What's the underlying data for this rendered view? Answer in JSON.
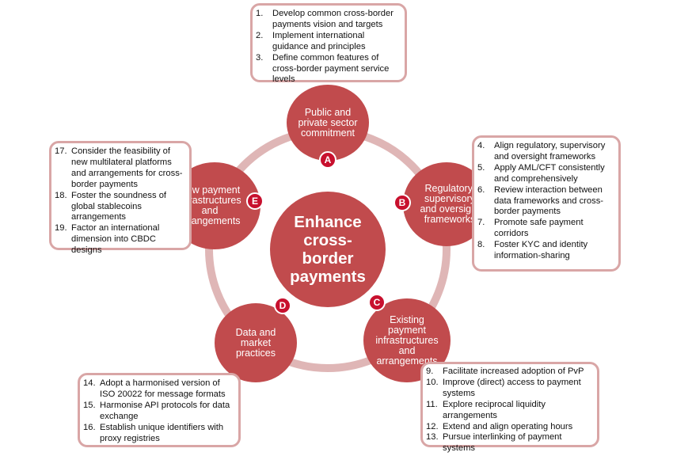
{
  "center": {
    "title": "Enhance cross-border payments"
  },
  "nodes": [
    {
      "id": "a",
      "label": "Public and private sector commitment",
      "badge": "A",
      "actions": [
        {
          "num": "1.",
          "text": "Develop common cross-border payments vision and targets"
        },
        {
          "num": "2.",
          "text": "Implement international guidance and principles"
        },
        {
          "num": "3.",
          "text": "Define common features of cross-border payment service levels"
        }
      ]
    },
    {
      "id": "b",
      "label": "Regulatory, supervisory and oversight frameworks",
      "badge": "B",
      "actions": [
        {
          "num": "4.",
          "text": "Align regulatory, supervisory and oversight frameworks"
        },
        {
          "num": "5.",
          "text": "Apply AML/CFT consistently and comprehensively"
        },
        {
          "num": "6.",
          "text": "Review interaction between data frameworks and cross-border payments"
        },
        {
          "num": "7.",
          "text": "Promote safe payment corridors"
        },
        {
          "num": "8.",
          "text": "Foster KYC and identity information-sharing"
        }
      ]
    },
    {
      "id": "c",
      "label": "Existing payment infrastructures and arrangements",
      "badge": "C",
      "actions": [
        {
          "num": "9.",
          "text": "Facilitate increased adoption of PvP"
        },
        {
          "num": "10.",
          "text": "Improve (direct) access to payment systems"
        },
        {
          "num": "11.",
          "text": "Explore reciprocal liquidity arrangements"
        },
        {
          "num": "12.",
          "text": "Extend and align operating hours"
        },
        {
          "num": "13.",
          "text": "Pursue interlinking of payment systems"
        }
      ]
    },
    {
      "id": "d",
      "label": "Data and market practices",
      "badge": "D",
      "actions": [
        {
          "num": "14.",
          "text": "Adopt a harmonised version of ISO 20022 for message formats"
        },
        {
          "num": "15.",
          "text": "Harmonise API protocols for data exchange"
        },
        {
          "num": "16.",
          "text": "Establish unique identifiers with proxy registries"
        }
      ]
    },
    {
      "id": "e",
      "label": "New payment infrastructures and arrangements",
      "badge": "E",
      "actions": [
        {
          "num": "17.",
          "text": "Consider the feasibility of new multilateral platforms and arrangements for cross-border payments"
        },
        {
          "num": "18.",
          "text": "Foster the soundness of global stablecoins arrangements"
        },
        {
          "num": "19.",
          "text": "Factor an international dimension into CBDC designs"
        }
      ]
    }
  ],
  "colors": {
    "node_fill": "#c14b4d",
    "badge_fill": "#c8102e",
    "ring": "#dfb6b6",
    "box_border": "#d9a6a6"
  }
}
